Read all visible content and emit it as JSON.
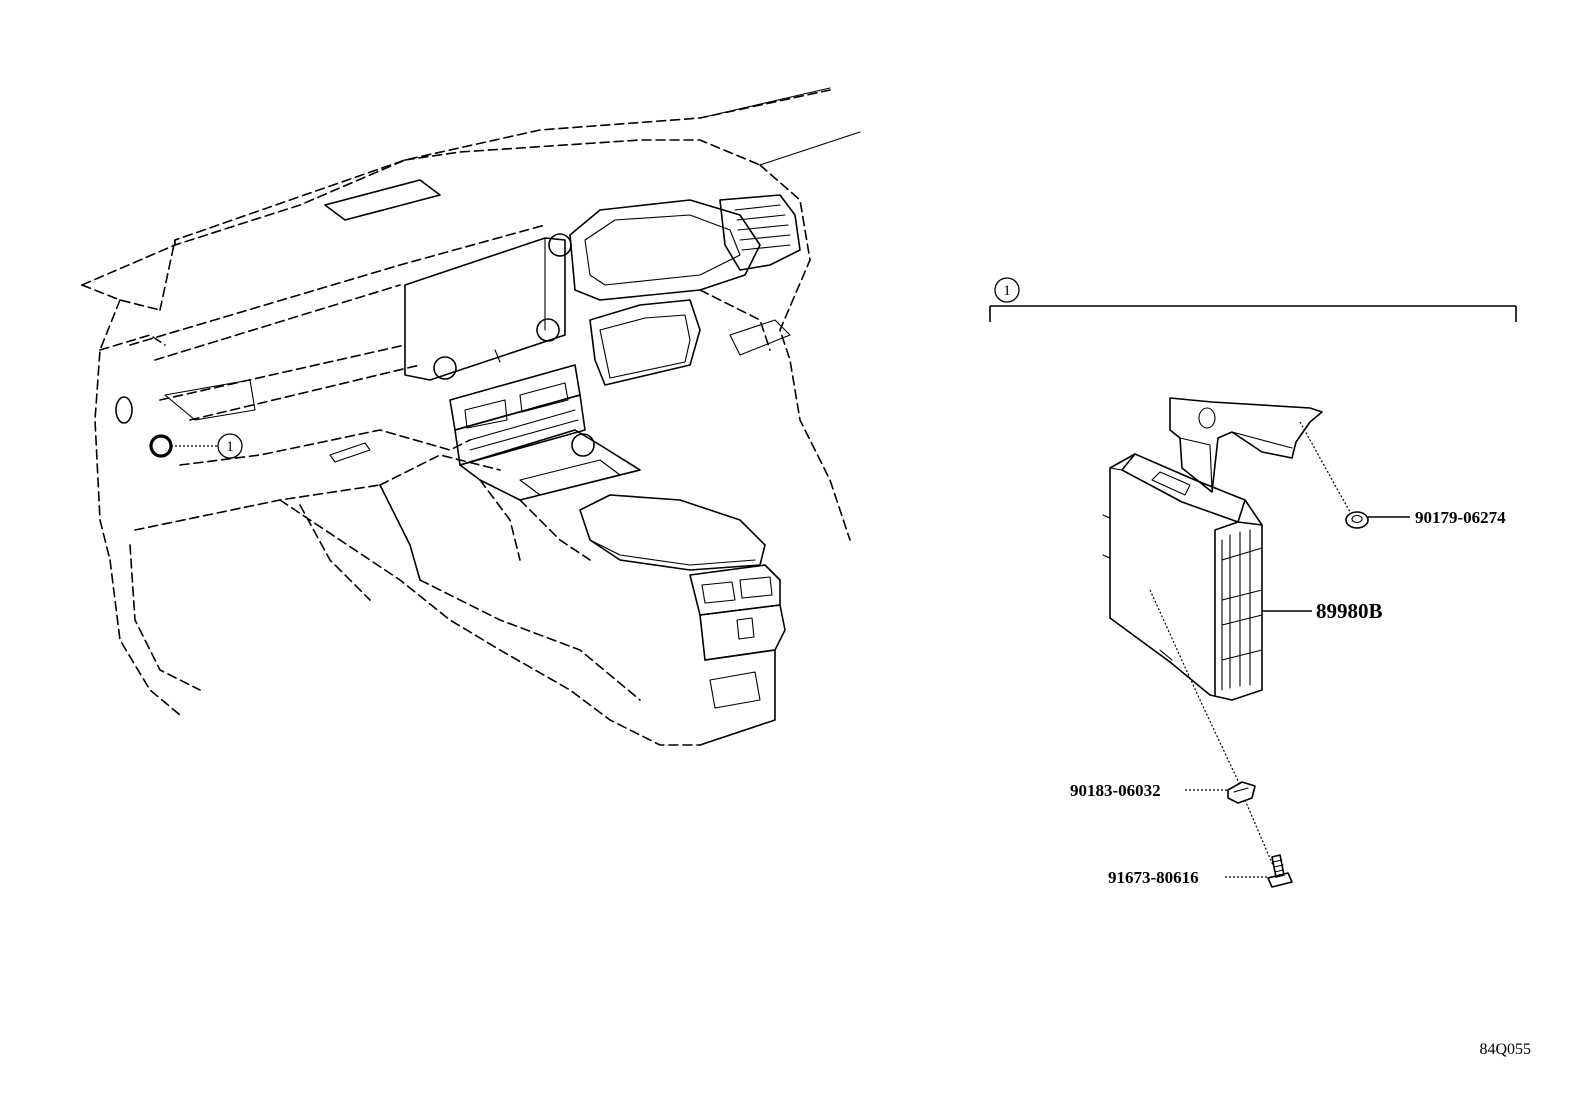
{
  "callouts": {
    "ref_1": "1"
  },
  "parts": [
    {
      "id": "90179-06274"
    },
    {
      "id": "89980B"
    },
    {
      "id": "90183-06032"
    },
    {
      "id": "91673-80616"
    }
  ],
  "illustration_code": "84Q055",
  "icons": [
    "dashboard-illustration",
    "ecu-module-illustration",
    "bracket-illustration",
    "nut-icon",
    "clip-icon",
    "bolt-icon"
  ]
}
